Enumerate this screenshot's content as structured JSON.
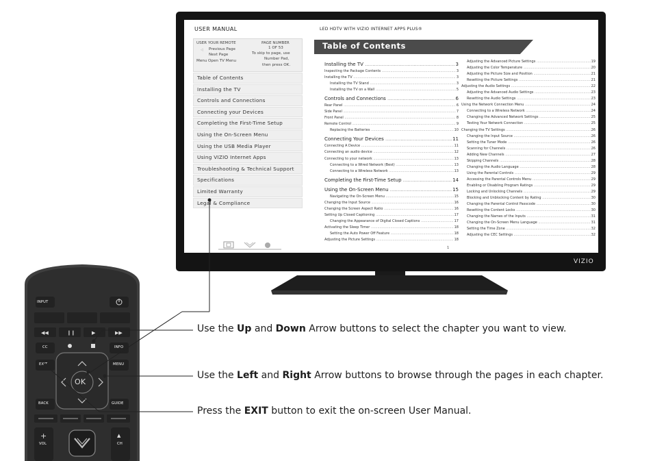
{
  "tv": {
    "brand": "VIZIO"
  },
  "manual": {
    "title": "USER MANUAL",
    "header": "LED HDTV WITH VIZIO INTERNET APPS PLUS®",
    "remote_box": {
      "heading_left": "USER YOUR REMOTE",
      "heading_right": "PAGE NUMBER",
      "page_count": "1 OF 53",
      "prev": "Previous Page",
      "next": "Next Page",
      "menu_key": "Menu",
      "menu_desc": "Open TV Menu",
      "skip_1": "To skip to page, use",
      "skip_2": "Number Pad,",
      "skip_3": "then press OK."
    },
    "nav": [
      "Table of Contents",
      "Installing the TV",
      "Controls and Connections",
      "Connecting your Devices",
      "Completing the First-Time Setup",
      "Using the On-Screen Menu",
      "Using the USB Media Player",
      "Using VIZIO Internet Apps",
      "Troubleshooting & Technical Support",
      "Specifications",
      "Limited Warranty",
      "Legal & Compliance"
    ],
    "toc_title": "Table of Contents",
    "toc_col1": [
      {
        "t": "Installing the TV",
        "p": "3",
        "lvl": 1
      },
      {
        "t": "Inspecting the Package Contents",
        "p": "3",
        "lvl": 2
      },
      {
        "t": "Installing the TV",
        "p": "3",
        "lvl": 2
      },
      {
        "t": "Installing the TV Stand",
        "p": "3",
        "lvl": 3
      },
      {
        "t": "Installing the TV on a Wall",
        "p": "5",
        "lvl": 3
      },
      {
        "t": "Controls and Connections",
        "p": "6",
        "lvl": 1
      },
      {
        "t": "Rear Panel",
        "p": "6",
        "lvl": 2
      },
      {
        "t": "Side Panel",
        "p": "7",
        "lvl": 2
      },
      {
        "t": "Front Panel",
        "p": "8",
        "lvl": 2
      },
      {
        "t": "Remote Control",
        "p": "9",
        "lvl": 2
      },
      {
        "t": "Replacing the Batteries",
        "p": "10",
        "lvl": 3
      },
      {
        "t": "Connecting Your Devices",
        "p": "11",
        "lvl": 1
      },
      {
        "t": "Connecting A Device",
        "p": "11",
        "lvl": 2
      },
      {
        "t": "Connecting an audio device",
        "p": "12",
        "lvl": 2
      },
      {
        "t": "Connecting to your network",
        "p": "13",
        "lvl": 2
      },
      {
        "t": "Connecting to a Wired Network (Best)",
        "p": "13",
        "lvl": 3
      },
      {
        "t": "Connecting to a Wireless Network",
        "p": "13",
        "lvl": 3
      },
      {
        "t": "Completing the First-Time Setup",
        "p": "14",
        "lvl": 1
      },
      {
        "t": "Using the On-Screen Menu",
        "p": "15",
        "lvl": 1
      },
      {
        "t": "Navigating the On-Screen Menu",
        "p": "15",
        "lvl": 3
      },
      {
        "t": "Changing the Input Source",
        "p": "16",
        "lvl": 2
      },
      {
        "t": "Changing the Screen Aspect Ratio",
        "p": "16",
        "lvl": 2
      },
      {
        "t": "Setting Up Closed Captioning",
        "p": "17",
        "lvl": 2
      },
      {
        "t": "Changing the Appearance of Digital Closed Captions",
        "p": "17",
        "lvl": 3
      },
      {
        "t": "Activating the Sleep Timer",
        "p": "18",
        "lvl": 2
      },
      {
        "t": "Setting the Auto Power Off Feature",
        "p": "18",
        "lvl": 3
      },
      {
        "t": "Adjusting the Picture Settings",
        "p": "18",
        "lvl": 2
      }
    ],
    "toc_col2": [
      {
        "t": "Adjusting the Advanced Picture Settings",
        "p": "19",
        "lvl": 3
      },
      {
        "t": "Adjusting the Color Temperature",
        "p": "20",
        "lvl": 3
      },
      {
        "t": "Adjusting the Picture Size and Position",
        "p": "21",
        "lvl": 3
      },
      {
        "t": "Resetting the Picture Settings",
        "p": "21",
        "lvl": 3
      },
      {
        "t": "Adjusting the Audio Settings",
        "p": "22",
        "lvl": 2
      },
      {
        "t": "Adjusting the Advanced Audio Settings",
        "p": "23",
        "lvl": 3
      },
      {
        "t": "Resetting the Audio Settings",
        "p": "23",
        "lvl": 3
      },
      {
        "t": "Using the Network Connection Menu",
        "p": "24",
        "lvl": 2
      },
      {
        "t": "Connecting to a Wireless Network",
        "p": "24",
        "lvl": 3
      },
      {
        "t": "Changing the Advanced Network Settings",
        "p": "25",
        "lvl": 3
      },
      {
        "t": "Testing Your Network Connection",
        "p": "25",
        "lvl": 3
      },
      {
        "t": "Changing the TV Settings",
        "p": "26",
        "lvl": 2
      },
      {
        "t": "Changing the Input Source",
        "p": "26",
        "lvl": 3
      },
      {
        "t": "Setting the Tuner Mode",
        "p": "26",
        "lvl": 3
      },
      {
        "t": "Scanning for Channels",
        "p": "26",
        "lvl": 3
      },
      {
        "t": "Adding New Channels",
        "p": "27",
        "lvl": 3
      },
      {
        "t": "Skipping Channels",
        "p": "28",
        "lvl": 3
      },
      {
        "t": "Changing the Audio Language",
        "p": "28",
        "lvl": 3
      },
      {
        "t": "Using the Parental Controls",
        "p": "29",
        "lvl": 3
      },
      {
        "t": "Accessing the Parental Controls Menu",
        "p": "29",
        "lvl": 3
      },
      {
        "t": "Enabling or Disabling Program Ratings",
        "p": "29",
        "lvl": 3
      },
      {
        "t": "Locking and Unlocking Channels",
        "p": "29",
        "lvl": 3
      },
      {
        "t": "Blocking and Unblocking Content by Rating",
        "p": "30",
        "lvl": 3
      },
      {
        "t": "Changing the Parental Control Passcode",
        "p": "30",
        "lvl": 3
      },
      {
        "t": "Resetting the Content Locks",
        "p": "30",
        "lvl": 3
      },
      {
        "t": "Changing the Names of the Inputs",
        "p": "31",
        "lvl": 3
      },
      {
        "t": "Changing the On-Screen Menu Language",
        "p": "31",
        "lvl": 3
      },
      {
        "t": "Setting the Time Zone",
        "p": "32",
        "lvl": 3
      },
      {
        "t": "Adjusting the CEC Settings",
        "p": "32",
        "lvl": 3
      }
    ],
    "page_number": "1"
  },
  "remote": {
    "input": "INPUT",
    "cc": "CC",
    "info": "INFO",
    "exit": "EXIT",
    "menu": "MENU",
    "ok": "OK",
    "back": "BACK",
    "guide": "GUIDE",
    "vol": "VOL",
    "ch": "CH"
  },
  "callouts": [
    {
      "pre": "Use the ",
      "b1": "Up",
      "mid": " and ",
      "b2": "Down",
      "post": " Arrow buttons to select the chapter you want to view."
    },
    {
      "pre": "Use the ",
      "b1": "Left",
      "mid": " and ",
      "b2": "Right",
      "post": " Arrow buttons to browse through the pages in each chapter."
    },
    {
      "pre": "Press the ",
      "b1": "EXIT",
      "mid": "",
      "b2": "",
      "post": " button to exit the on-screen User Manual."
    }
  ]
}
